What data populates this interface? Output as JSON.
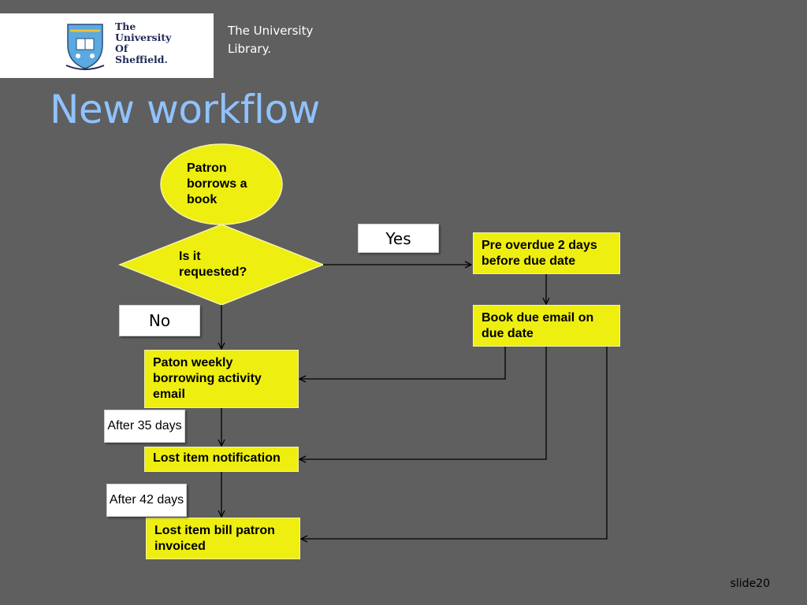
{
  "header": {
    "logo_lines": [
      "The",
      "University",
      "Of",
      "Sheffield."
    ],
    "library_title": "The University Library.",
    "slide_title": "New workflow"
  },
  "flow": {
    "start": "Patron borrows a book",
    "decision": "Is it requested?",
    "yes_label": "Yes",
    "no_label": "No",
    "pre_overdue": "Pre overdue 2 days before due date",
    "due_email": "Book due email on due date",
    "weekly_email": "Paton weekly borrowing activity email",
    "after_35": "After 35 days",
    "lost_notification": "Lost item notification",
    "after_42": "After 42 days",
    "lost_bill": "Lost item bill patron invoiced"
  },
  "footer": {
    "slide_number": "slide20"
  },
  "colors": {
    "background": "#5f5f5f",
    "node_fill": "#eeee11",
    "title": "#8fc2ff"
  }
}
